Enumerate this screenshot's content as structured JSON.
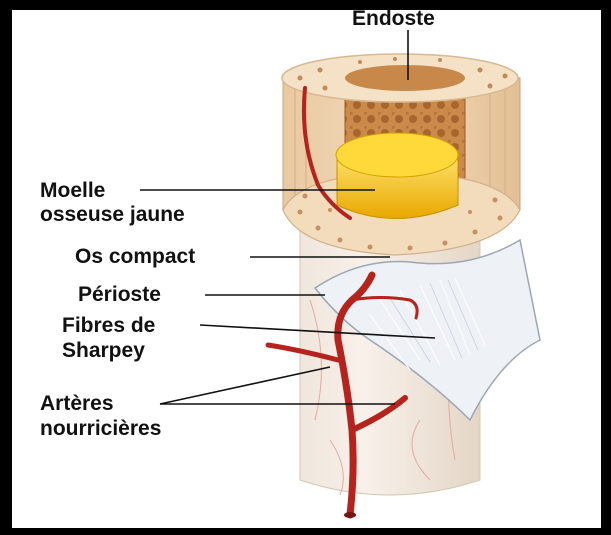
{
  "labels": {
    "endoste": "Endoste",
    "moelle_line1": "Moelle",
    "moelle_line2": "osseuse jaune",
    "os_compact": "Os compact",
    "perioste": "Périoste",
    "fibres_line1": "Fibres de",
    "fibres_line2": "Sharpey",
    "arteres_line1": "Artères",
    "arteres_line2": "nourricières"
  },
  "colors": {
    "frame": "#000000",
    "background": "#ffffff",
    "compact_bone": "#f0dcc0",
    "yellow_marrow": "#f4c20d",
    "spongy_bone": "#c98a4a",
    "periosteum": "#e9edf2",
    "artery": "#b5231c",
    "leader_line": "#111111"
  }
}
